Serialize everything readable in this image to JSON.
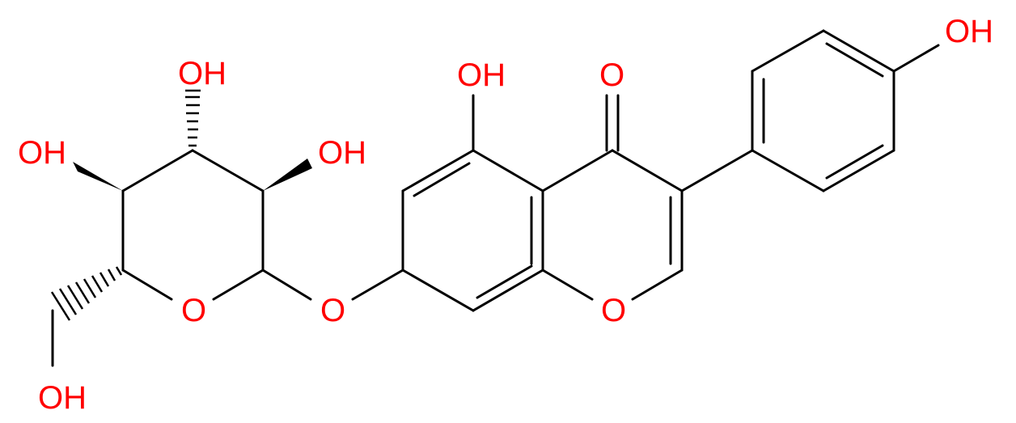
{
  "atom_labels": {
    "oh_top_right": "OH",
    "oh_sugar_top": "OH",
    "oh_sugar_left": "OH",
    "oh_sugar_right": "OH",
    "oh_phenol": "OH",
    "carbonyl_o": "O",
    "ring_o_chromone": "O",
    "ring_o_sugar": "O",
    "glycosidic_o": "O",
    "oh_ch2": "OH"
  },
  "colors": {
    "bond": "#000000",
    "heteroatom": "#ff0000",
    "background": "#ffffff"
  }
}
